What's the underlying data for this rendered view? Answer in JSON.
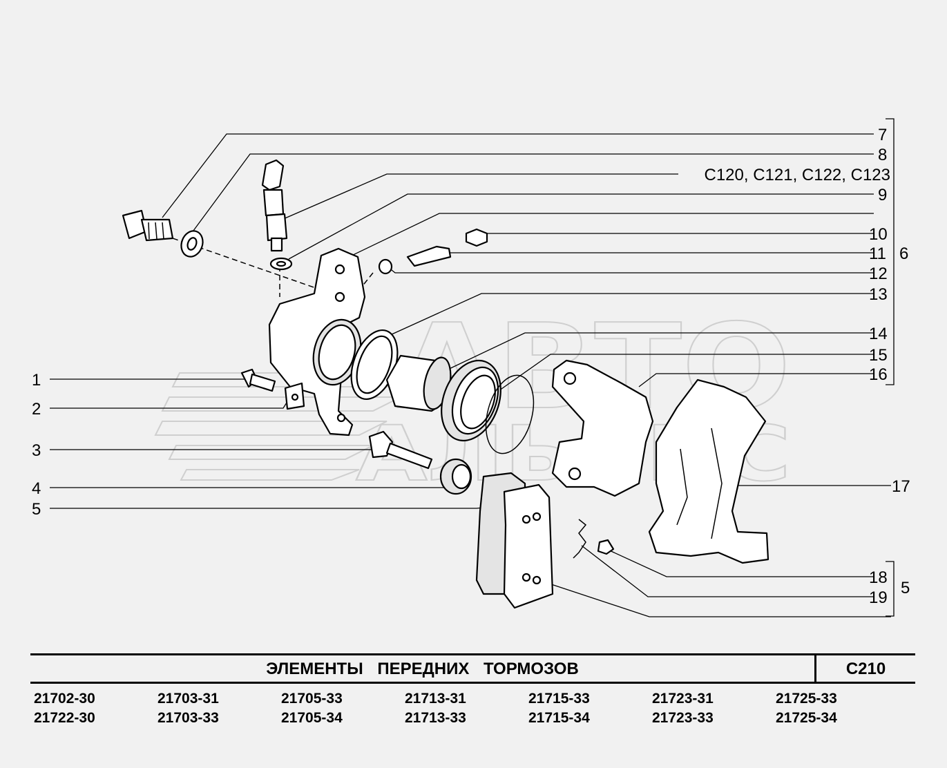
{
  "callouts": {
    "c1": "1",
    "c2": "2",
    "c3": "3",
    "c4": "4",
    "c5": "5",
    "c6": "6",
    "c7": "7",
    "c8": "8",
    "c9": "9",
    "c10": "10",
    "c11": "11",
    "c12": "12",
    "c13": "13",
    "c14": "14",
    "c15": "15",
    "c16": "16",
    "c17": "17",
    "c18": "18",
    "c19": "19",
    "c5b": "5",
    "ref": "C120, C121, C122, C123"
  },
  "watermark": {
    "top": "АВТО",
    "bottom": "АЛЬЯНС"
  },
  "title_block": {
    "title": "ЭЛЕМЕНТЫ ПЕРЕДНИХ ТОРМОЗОВ",
    "code": "C210"
  },
  "models": [
    [
      "21702-30",
      "21722-30"
    ],
    [
      "21703-31",
      "21703-33"
    ],
    [
      "21705-33",
      "21705-34"
    ],
    [
      "21713-31",
      "21713-33"
    ],
    [
      "21715-33",
      "21715-34"
    ],
    [
      "21723-31",
      "21723-33"
    ],
    [
      "21725-33",
      "21725-34"
    ]
  ]
}
